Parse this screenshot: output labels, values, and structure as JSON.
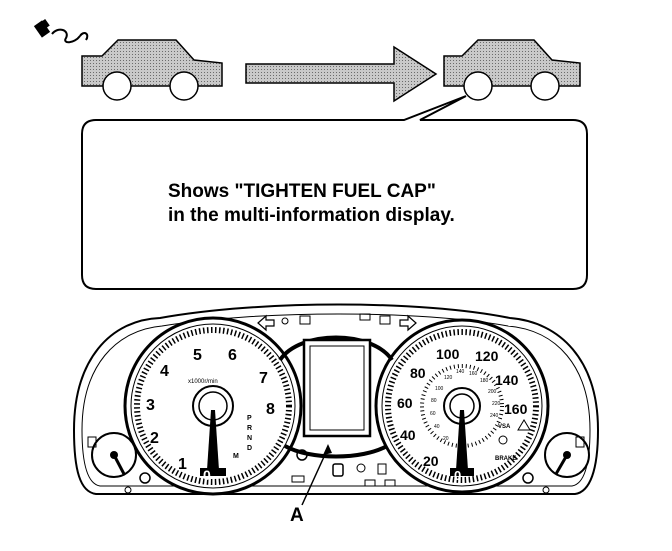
{
  "message": {
    "line1": "Shows \"TIGHTEN FUEL CAP\"",
    "line2": "in the multi-information display."
  },
  "callout": {
    "label": "A"
  },
  "tachometer": {
    "numbers": [
      "1",
      "2",
      "3",
      "4",
      "5",
      "6",
      "7",
      "8"
    ],
    "unit": "x1000r/min",
    "zero": "0",
    "gears": [
      "P",
      "R",
      "N",
      "D",
      "M"
    ]
  },
  "speedometer": {
    "outer_numbers": [
      "20",
      "40",
      "60",
      "80",
      "100",
      "120",
      "140",
      "160"
    ],
    "zero": "0",
    "inner_numbers": [
      "20",
      "40",
      "60",
      "80",
      "100",
      "120",
      "140",
      "160",
      "180",
      "200",
      "220",
      "240"
    ],
    "indicators": [
      "VSA",
      "BRAKE"
    ]
  },
  "colors": {
    "car_fill": "#a9a9a9",
    "ink": "#000000",
    "background": "#ffffff"
  }
}
